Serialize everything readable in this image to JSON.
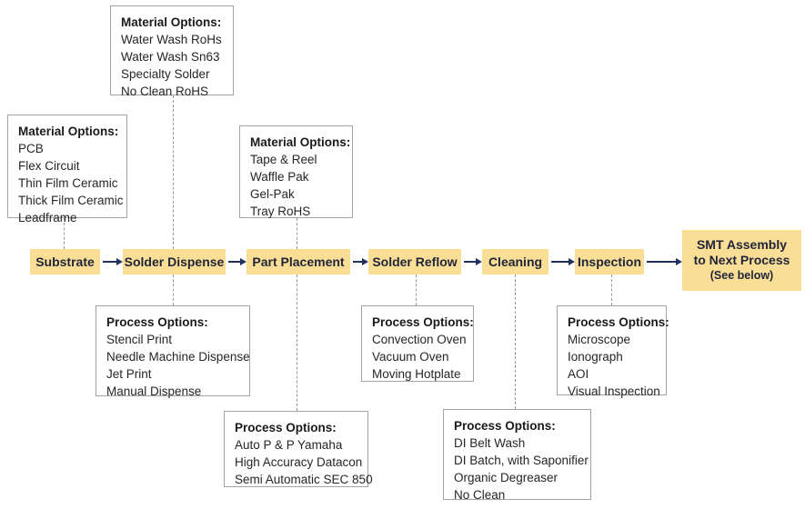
{
  "colors": {
    "node_fill": "#fade96",
    "node_text": "#1f2439",
    "arrow": "#20305c",
    "box_border": "#a3a3a3",
    "dashed_connector": "#999999"
  },
  "flow": {
    "nodes": [
      {
        "label": "Substrate"
      },
      {
        "label": "Solder Dispense"
      },
      {
        "label": "Part Placement"
      },
      {
        "label": "Solder Reflow"
      },
      {
        "label": "Cleaning"
      },
      {
        "label": "Inspection"
      },
      {
        "lines": [
          "SMT Assembly",
          "to Next Process",
          "(See below)"
        ]
      }
    ]
  },
  "material_boxes": [
    {
      "heading": "Material Options:",
      "attached_to": "Solder Dispense",
      "items": [
        "Water Wash RoHs",
        "Water Wash Sn63",
        "Specialty Solder",
        "No Clean RoHS"
      ]
    },
    {
      "heading": "Material Options:",
      "attached_to": "Substrate",
      "items": [
        "PCB",
        "Flex Circuit",
        "Thin Film Ceramic",
        "Thick Film Ceramic",
        "Leadframe"
      ]
    },
    {
      "heading": "Material Options:",
      "attached_to": "Part Placement",
      "items": [
        "Tape & Reel",
        "Waffle Pak",
        "Gel-Pak",
        "Tray RoHS"
      ]
    }
  ],
  "process_boxes": [
    {
      "heading": "Process Options:",
      "attached_to": "Solder Dispense",
      "items": [
        "Stencil Print",
        "Needle Machine Dispense",
        "Jet Print",
        "Manual Dispense"
      ]
    },
    {
      "heading": "Process Options:",
      "attached_to": "Solder Reflow",
      "items": [
        "Convection Oven",
        "Vacuum Oven",
        "Moving Hotplate"
      ]
    },
    {
      "heading": "Process Options:",
      "attached_to": "Inspection",
      "items": [
        "Microscope",
        "Ionograph",
        "AOI",
        "Visual Inspection"
      ]
    },
    {
      "heading": "Process Options:",
      "attached_to": "Part Placement",
      "items": [
        "Auto P & P Yamaha",
        "High Accuracy Datacon",
        "Semi Automatic SEC 850"
      ]
    },
    {
      "heading": "Process Options:",
      "attached_to": "Cleaning",
      "items": [
        "DI Belt Wash",
        "DI Batch, with Saponifier",
        "Organic Degreaser",
        "No Clean"
      ]
    }
  ]
}
